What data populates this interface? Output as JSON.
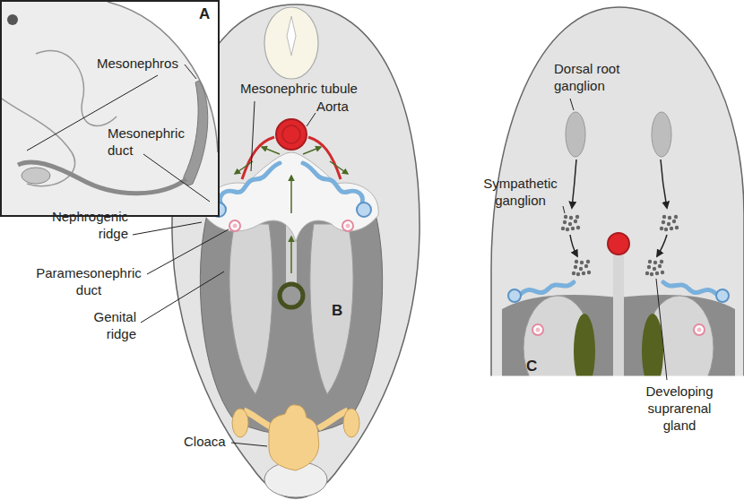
{
  "diagram": {
    "labels": [
      "A",
      "Mesonephros",
      "Mesonephric duct",
      "Mesonephric tubule",
      "Aorta",
      "Dorsal root ganglion",
      "Sympathetic ganglion",
      "Nephrogenic ridge",
      "Paramesonephric duct",
      "Genital ridge",
      "B",
      "Developing suprarenal gland",
      "C",
      "Cloaca"
    ]
  }
}
